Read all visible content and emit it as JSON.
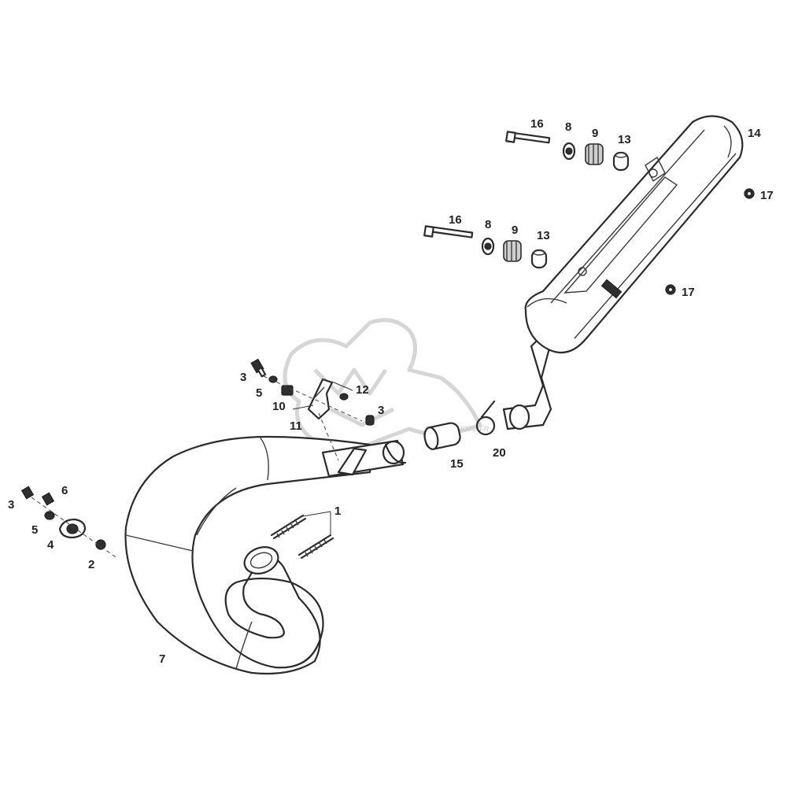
{
  "watermark": {
    "text": "FRANCE-MOTO.FR"
  },
  "callouts": {
    "c1": "1",
    "c2": "2",
    "c3a": "3",
    "c3b": "3",
    "c3c": "3",
    "c4": "4",
    "c5a": "5",
    "c5b": "5",
    "c6": "6",
    "c7": "7",
    "c8a": "8",
    "c8b": "8",
    "c9a": "9",
    "c9b": "9",
    "c10": "10",
    "c11": "11",
    "c12": "12",
    "c13a": "13",
    "c13b": "13",
    "c14": "14",
    "c15": "15",
    "c16a": "16",
    "c16b": "16",
    "c17a": "17",
    "c17b": "17",
    "c20": "20"
  },
  "colors": {
    "line": "#2b2b2b",
    "watermark": "#d6d6d6",
    "background": "#ffffff"
  }
}
